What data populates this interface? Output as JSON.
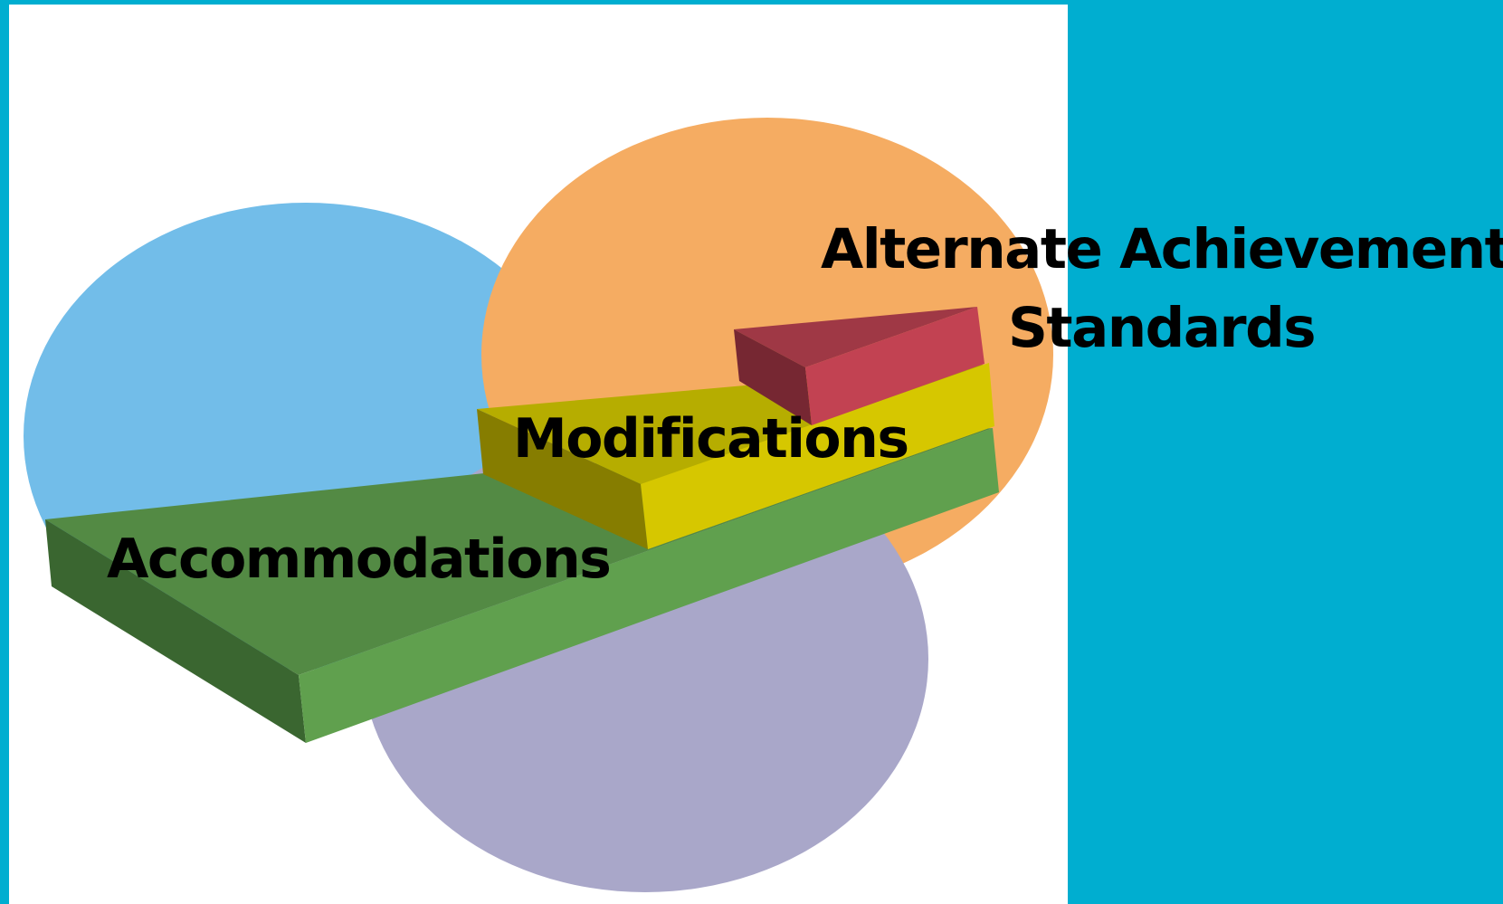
{
  "colors": {
    "background": "#00aed0",
    "image_panel": "#ffffff",
    "circle_blue": "#72bde9",
    "circle_orange": "#f5ac62",
    "circle_purple": "#a9a7c9",
    "step_green_top": "#538a44",
    "step_green_front": "#60a04e",
    "step_green_side": "#3a6630",
    "step_yellow_top": "#b6ad00",
    "step_yellow_front": "#d6c700",
    "step_yellow_side": "#867d00",
    "step_red_top": "#9f3845",
    "step_red_front": "#c24252",
    "step_red_side": "#762732",
    "label_text": "#000000"
  },
  "diagram": {
    "steps": [
      {
        "label": "Accommodations"
      },
      {
        "label": "Modifications"
      },
      {
        "label_line1": "Alternate Achievement",
        "label_line2": "Standards"
      }
    ]
  }
}
